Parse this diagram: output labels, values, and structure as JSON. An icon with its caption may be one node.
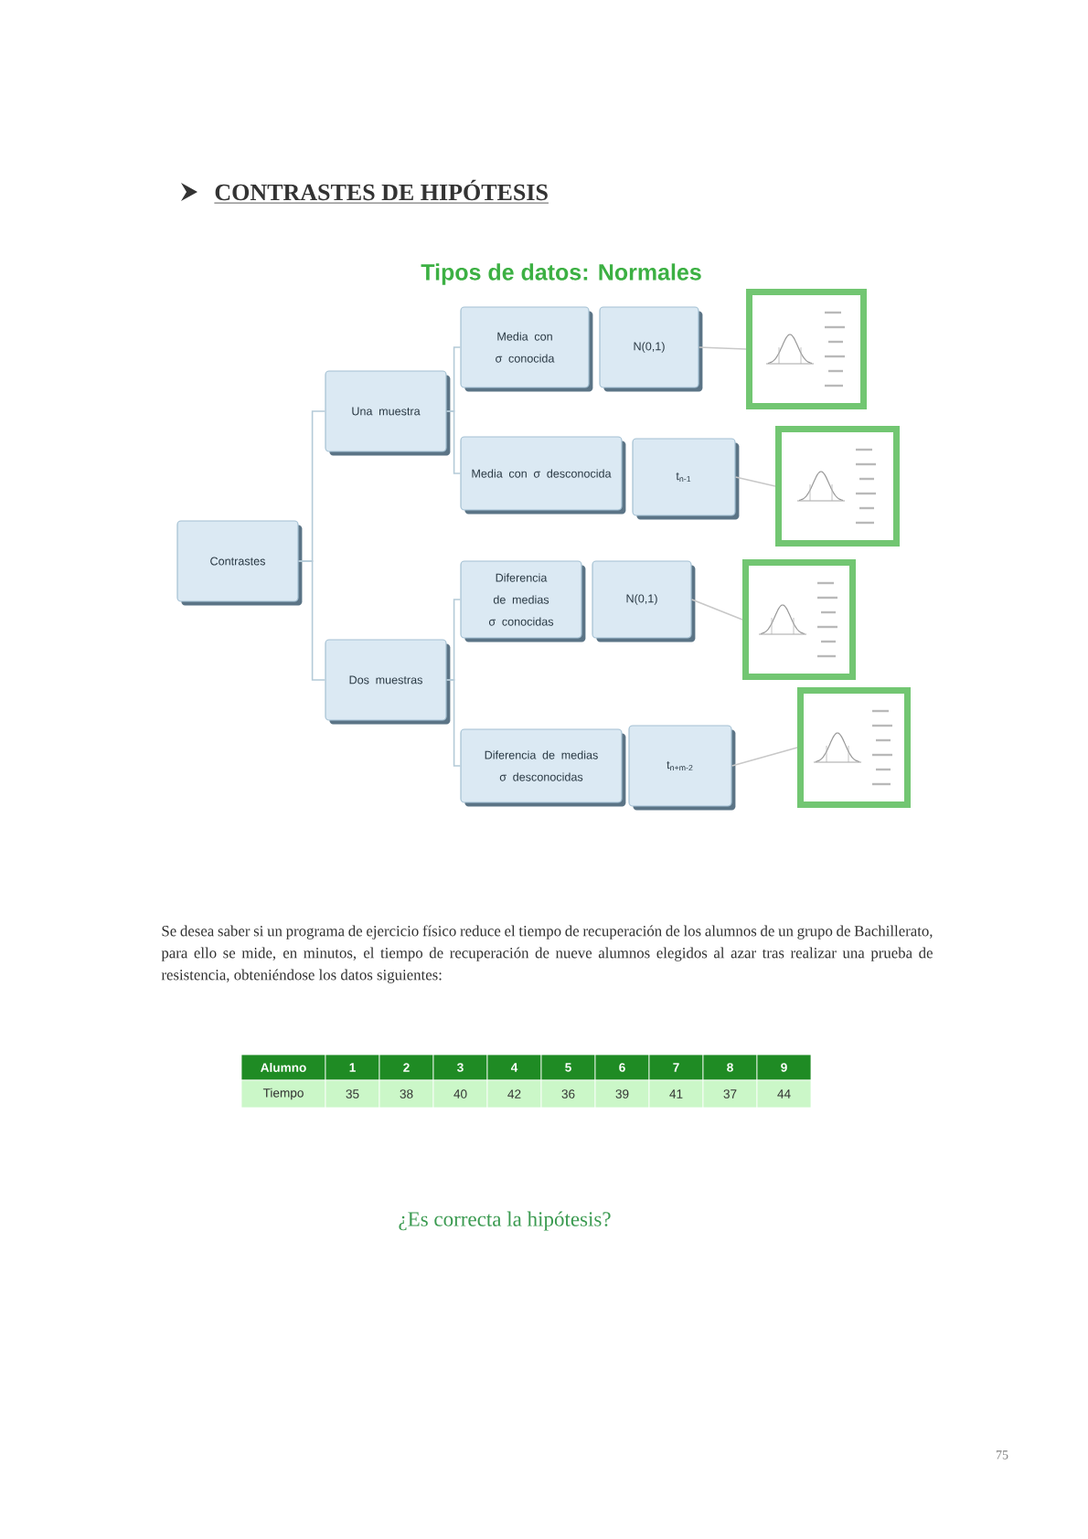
{
  "diagram": {
    "title": "CONTRASTES DE HIPÓTESIS",
    "nodes": [
      {
        "text": [
          "Contrastes"
        ]
      },
      {
        "text": [
          "Una muestra"
        ]
      },
      {
        "text": [
          "Dos muestras"
        ]
      },
      {
        "text": [
          "Media con σ conocida"
        ]
      },
      {
        "text": [
          "Media con σ desconocida"
        ]
      },
      {
        "text": [
          "Diferencia de medias σ conocidas"
        ]
      },
      {
        "text": [
          "Diferencia de medias σ desconocidas"
        ]
      },
      {
        "text": [
          "N(0,1)"
        ]
      },
      {
        "text": [
          "t$_{n-1}$"
        ]
      },
      {
        "text": [
          "N(0,1)"
        ]
      },
      {
        "text": [
          "t$_{n+m-2}$"
        ]
      },
      {
        "text": [],
        "shape": "picture"
      },
      {
        "text": [],
        "shape": "picture"
      },
      {
        "text": [],
        "shape": "picture"
      },
      {
        "text": [],
        "shape": "picture"
      }
    ],
    "edges": [
      {
        "from": 0,
        "to": 1,
        "arrow": "none"
      },
      {
        "from": 0,
        "to": 2,
        "arrow": "none"
      },
      {
        "from": 1,
        "to": 3,
        "arrow": "none"
      },
      {
        "from": 1,
        "to": 4,
        "arrow": "none"
      },
      {
        "from": 2,
        "to": 5,
        "arrow": "none"
      },
      {
        "from": 2,
        "to": 6,
        "arrow": "none"
      },
      {
        "from": 7,
        "to": 11,
        "arrow": "none",
        "color": "#c8c8c8"
      },
      {
        "from": 8,
        "to": 12,
        "arrow": "none",
        "color": "#c8c8c8"
      },
      {
        "from": 9,
        "to": 13,
        "arrow": "none",
        "color": "#c8c8c8"
      },
      {
        "from": 10,
        "to": 14,
        "arrow": "none",
        "color": "#c8c8c8"
      }
    ],
    "labels": [
      "Tipos de datos: Normales",
      "Se desea saber si un programa de ejercicio físico reduce el tiempo de recuperación de los alumnos de un grupo de Bachillerato, para ello se mide, en minutos, el tiempo de recuperación de nueve alumnos elegidos al azar tras realizar una prueba de resistencia, obteniéndose los datos siguientes:",
      "Alumno",
      "1",
      "2",
      "3",
      "4",
      "5",
      "6",
      "7",
      "8",
      "9",
      "Tiempo",
      "35",
      "38",
      "40",
      "42",
      "36",
      "39",
      "41",
      "37",
      "44",
      "¿Es correcta la hipótesis?",
      "75"
    ]
  }
}
